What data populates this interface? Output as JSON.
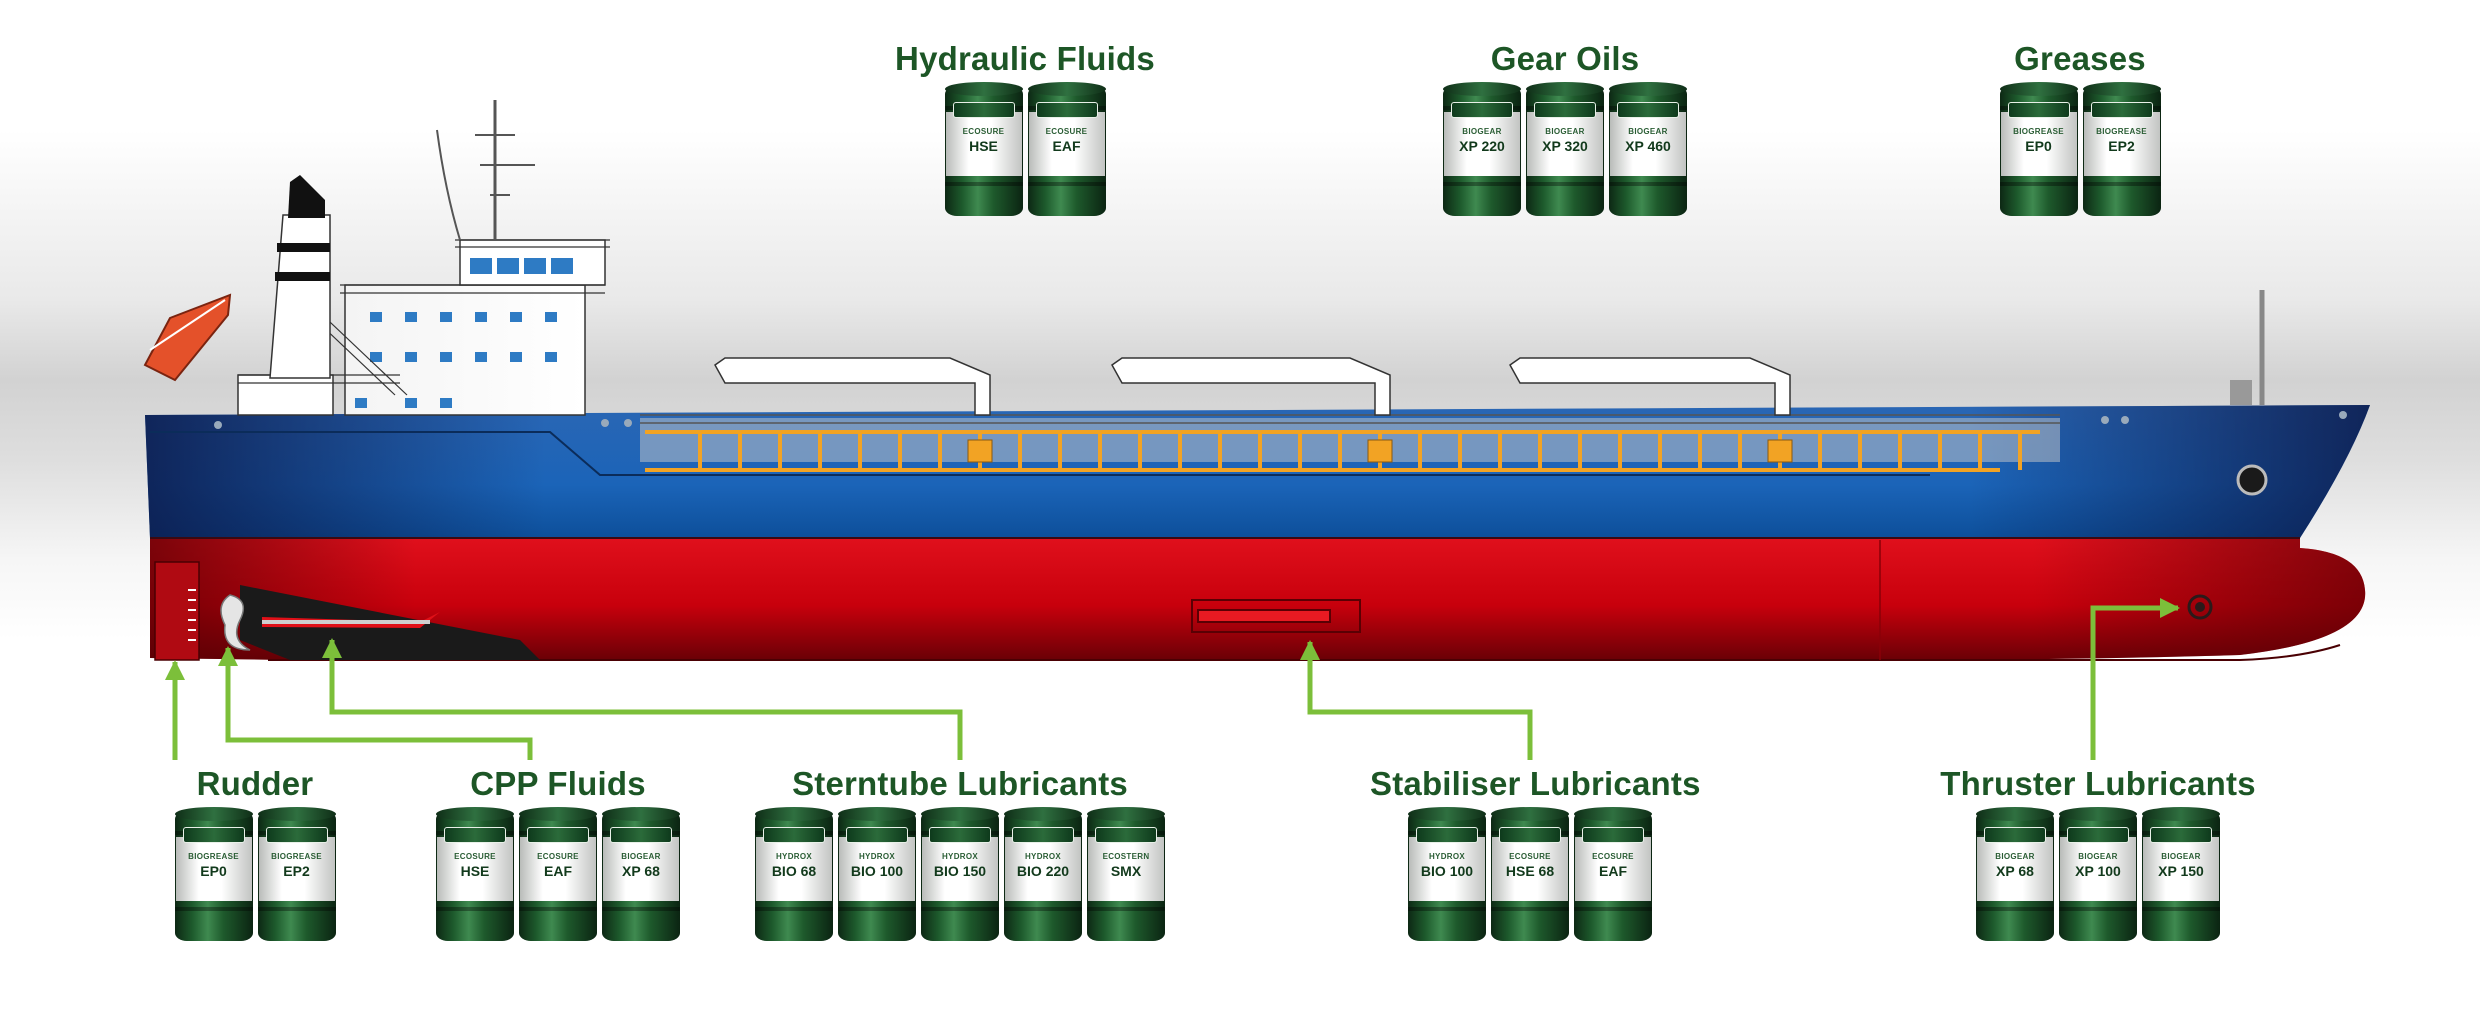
{
  "colors": {
    "title_green": "#1d5626",
    "arrow_green": "#7cbf3a",
    "hull_red": "#d90a14",
    "hull_blue": "#1d6bb5",
    "drum_green": "#1d5a2c"
  },
  "groups": [
    {
      "id": "hydraulic-fluids",
      "title": "Hydraulic Fluids",
      "drums": [
        {
          "brand": "ECOSURE",
          "code": "HSE"
        },
        {
          "brand": "ECOSURE",
          "code": "EAF"
        }
      ]
    },
    {
      "id": "gear-oils",
      "title": "Gear Oils",
      "drums": [
        {
          "brand": "BIOGEAR",
          "code": "XP 220"
        },
        {
          "brand": "BIOGEAR",
          "code": "XP 320"
        },
        {
          "brand": "BIOGEAR",
          "code": "XP 460"
        }
      ]
    },
    {
      "id": "greases",
      "title": "Greases",
      "drums": [
        {
          "brand": "BIOGREASE",
          "code": "EP0"
        },
        {
          "brand": "BIOGREASE",
          "code": "EP2"
        }
      ]
    },
    {
      "id": "rudder",
      "title": "Rudder",
      "drums": [
        {
          "brand": "BIOGREASE",
          "code": "EP0"
        },
        {
          "brand": "BIOGREASE",
          "code": "EP2"
        }
      ]
    },
    {
      "id": "cpp-fluids",
      "title": "CPP Fluids",
      "drums": [
        {
          "brand": "ECOSURE",
          "code": "HSE"
        },
        {
          "brand": "ECOSURE",
          "code": "EAF"
        },
        {
          "brand": "BIOGEAR",
          "code": "XP 68"
        }
      ]
    },
    {
      "id": "sterntube-lubricants",
      "title": "Sterntube Lubricants",
      "drums": [
        {
          "brand": "HYDROX",
          "code": "BIO 68"
        },
        {
          "brand": "HYDROX",
          "code": "BIO 100"
        },
        {
          "brand": "HYDROX",
          "code": "BIO 150"
        },
        {
          "brand": "HYDROX",
          "code": "BIO 220"
        },
        {
          "brand": "ECOSTERN",
          "code": "SMX"
        }
      ]
    },
    {
      "id": "stabiliser-lubricants",
      "title": "Stabiliser Lubricants",
      "drums": [
        {
          "brand": "HYDROX",
          "code": "BIO 100"
        },
        {
          "brand": "ECOSURE",
          "code": "HSE 68"
        },
        {
          "brand": "ECOSURE",
          "code": "EAF"
        }
      ]
    },
    {
      "id": "thruster-lubricants",
      "title": "Thruster Lubricants",
      "drums": [
        {
          "brand": "BIOGEAR",
          "code": "XP 68"
        },
        {
          "brand": "BIOGEAR",
          "code": "XP 100"
        },
        {
          "brand": "BIOGEAR",
          "code": "XP 150"
        }
      ]
    }
  ]
}
